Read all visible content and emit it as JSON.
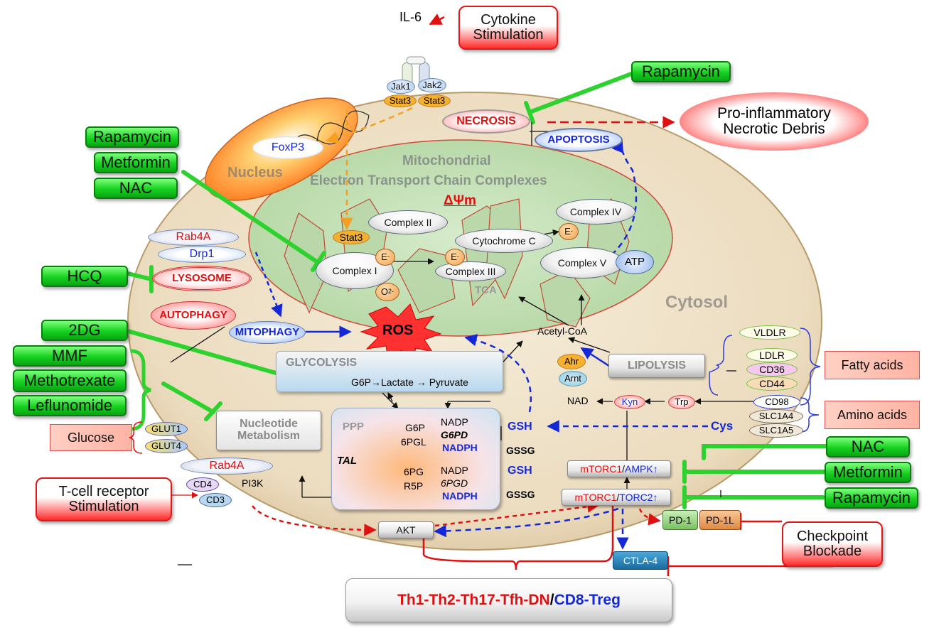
{
  "drugs": {
    "rapamycin_top": "Rapamycin",
    "rapamycin_left": "Rapamycin",
    "metformin_left": "Metformin",
    "nac_left": "NAC",
    "hcq": "HCQ",
    "twodg": "2DG",
    "mmf": "MMF",
    "methotrexate": "Methotrexate",
    "leflunomide": "Leflunomide",
    "nac_right": "NAC",
    "metformin_right": "Metformin",
    "rapamycin_right": "Rapamycin"
  },
  "stimuli": {
    "cytokine": "Cytokine Stimulation",
    "tcell": "T-cell receptor Stimulation",
    "checkpoint": "Checkpoint Blockade",
    "necrotic_debris": "Pro-inflammatory Necrotic Debris"
  },
  "inputs": {
    "glucose": "Glucose",
    "fatty_acids": "Fatty acids",
    "amino_acids": "Amino acids"
  },
  "receptor": {
    "il6": "IL-6",
    "jak1": "Jak1",
    "jak2": "Jak2",
    "stat3_a": "Stat3",
    "stat3_b": "Stat3",
    "stat3_mito": "Stat3"
  },
  "cell": {
    "nucleus": "Nucleus",
    "foxp3": "FoxP3",
    "necrosis": "NECROSIS",
    "apoptosis": "APOPTOSIS",
    "cytosol": "Cytosol",
    "mito_title_1": "Mitochondrial",
    "mito_title_2": "Electron Transport Chain Complexes",
    "delta_psi": "ΔΨm",
    "rab4a_top": "Rab4A",
    "drp1": "Drp1",
    "lysosome": "LYSOSOME",
    "autophagy": "AUTOPHAGY",
    "mitophagy": "MITOPHAGY",
    "ros": "ROS",
    "tca": "TCA",
    "acetyl_coa": "Acetyl-CoA",
    "lipolysis": "LIPOLYSIS",
    "glycolysis": "GLYCOLYSIS",
    "glycolysis_path": "G6P→Lactate → Pyruvate",
    "nucleotide": "Nucleotide Metabolism"
  },
  "complexes": {
    "c1": "Complex I",
    "c2": "Complex II",
    "c3": "Complex III",
    "c4": "Complex IV",
    "c5": "Complex V",
    "cytc": "Cytochrome C",
    "atp": "ATP",
    "e": "E",
    "e_sup": "-",
    "o2": "O",
    "o2_sub": "2",
    "o2_sup": "-"
  },
  "ppp": {
    "ppp": "PPP",
    "tal": "TAL",
    "g6p": "G6P",
    "sixpgl": "6PGL",
    "sixpg": "6PG",
    "r5p": "R5P",
    "nadp1": "NADP",
    "g6pd": "G6PD",
    "nadph1": "NADPH",
    "nadp2": "NADP",
    "sixpgd": "6PGD",
    "nadph2": "NADPH"
  },
  "redox": {
    "gsh1": "GSH",
    "gssg1": "GSSG",
    "gsh2": "GSH",
    "gssg2": "GSSG",
    "cys": "Cys",
    "nad": "NAD",
    "kyn": "Kyn",
    "trp": "Trp",
    "ahr": "Ahr",
    "arnt": "Arnt"
  },
  "transporters": {
    "vldlr": "VLDLR",
    "ldlr": "LDLR",
    "cd36": "CD36",
    "cd44": "CD44",
    "cd98": "CD98",
    "slc1a4": "SLC1A4",
    "slc1a5": "SLC1A5",
    "glut1": "GLUT1",
    "glut4": "GLUT4",
    "rab4a_bottom": "Rab4A",
    "cd4": "CD4",
    "cd3": "CD3",
    "pi3k": "PI3K"
  },
  "signaling": {
    "mtorc1_a": "mTORC1",
    "ampk": "AMPK↑",
    "mtorc1_b": "mTORC1",
    "torc2": "TORC2↑",
    "slash": "/",
    "akt": "AKT",
    "pd1": "PD-1",
    "pd1l": "PD-1L",
    "ctla4": "CTLA-4"
  },
  "outcome": {
    "red_part": "Th1-Th2-Th17-Tfh-DN",
    "slash": "/",
    "blue_part": "CD8-Treg"
  },
  "colors": {
    "drug_green": "#16d11f",
    "stim_red": "#e01818",
    "activation_blue": "#1428d8",
    "stat_orange": "#f5b030",
    "cell_tan": "#ecdcbf",
    "mito_green": "#c6e3b7"
  }
}
